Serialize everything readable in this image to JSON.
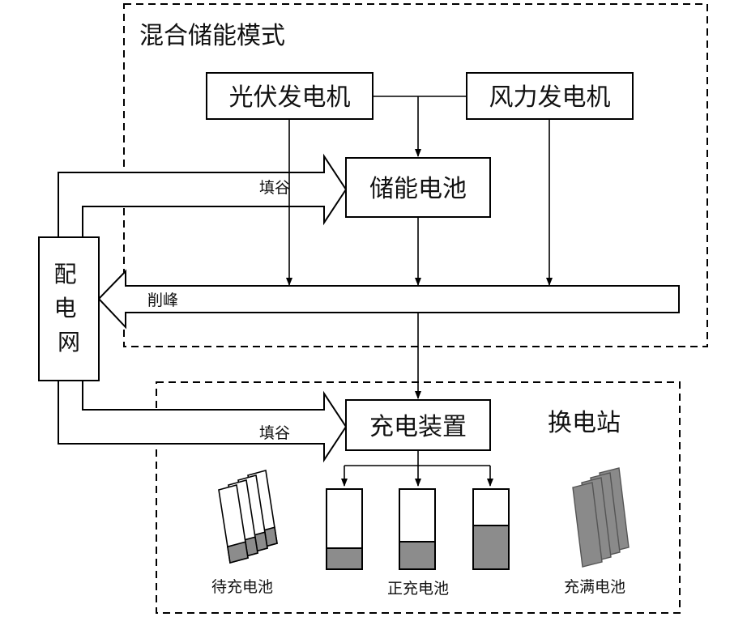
{
  "regions": {
    "hybrid_mode": "混合储能模式",
    "swap_station": "换电站"
  },
  "nodes": {
    "pv_generator": "光伏发电机",
    "wind_generator": "风力发电机",
    "storage_battery": "储能电池",
    "grid": "配电网",
    "charging_device": "充电装置"
  },
  "flows": {
    "valley_fill_top": "填谷",
    "peak_shave": "削峰",
    "valley_fill_bottom": "填谷"
  },
  "battery_groups": {
    "waiting": "待充电池",
    "charging": "正充电池",
    "full": "充满电池"
  },
  "charging_levels": [
    0.26,
    0.34,
    0.55
  ],
  "colors": {
    "stroke": "#000000",
    "battery_fill": "#8c8c8c",
    "full_battery_fill": "#8a8a8a",
    "background": "#ffffff"
  }
}
